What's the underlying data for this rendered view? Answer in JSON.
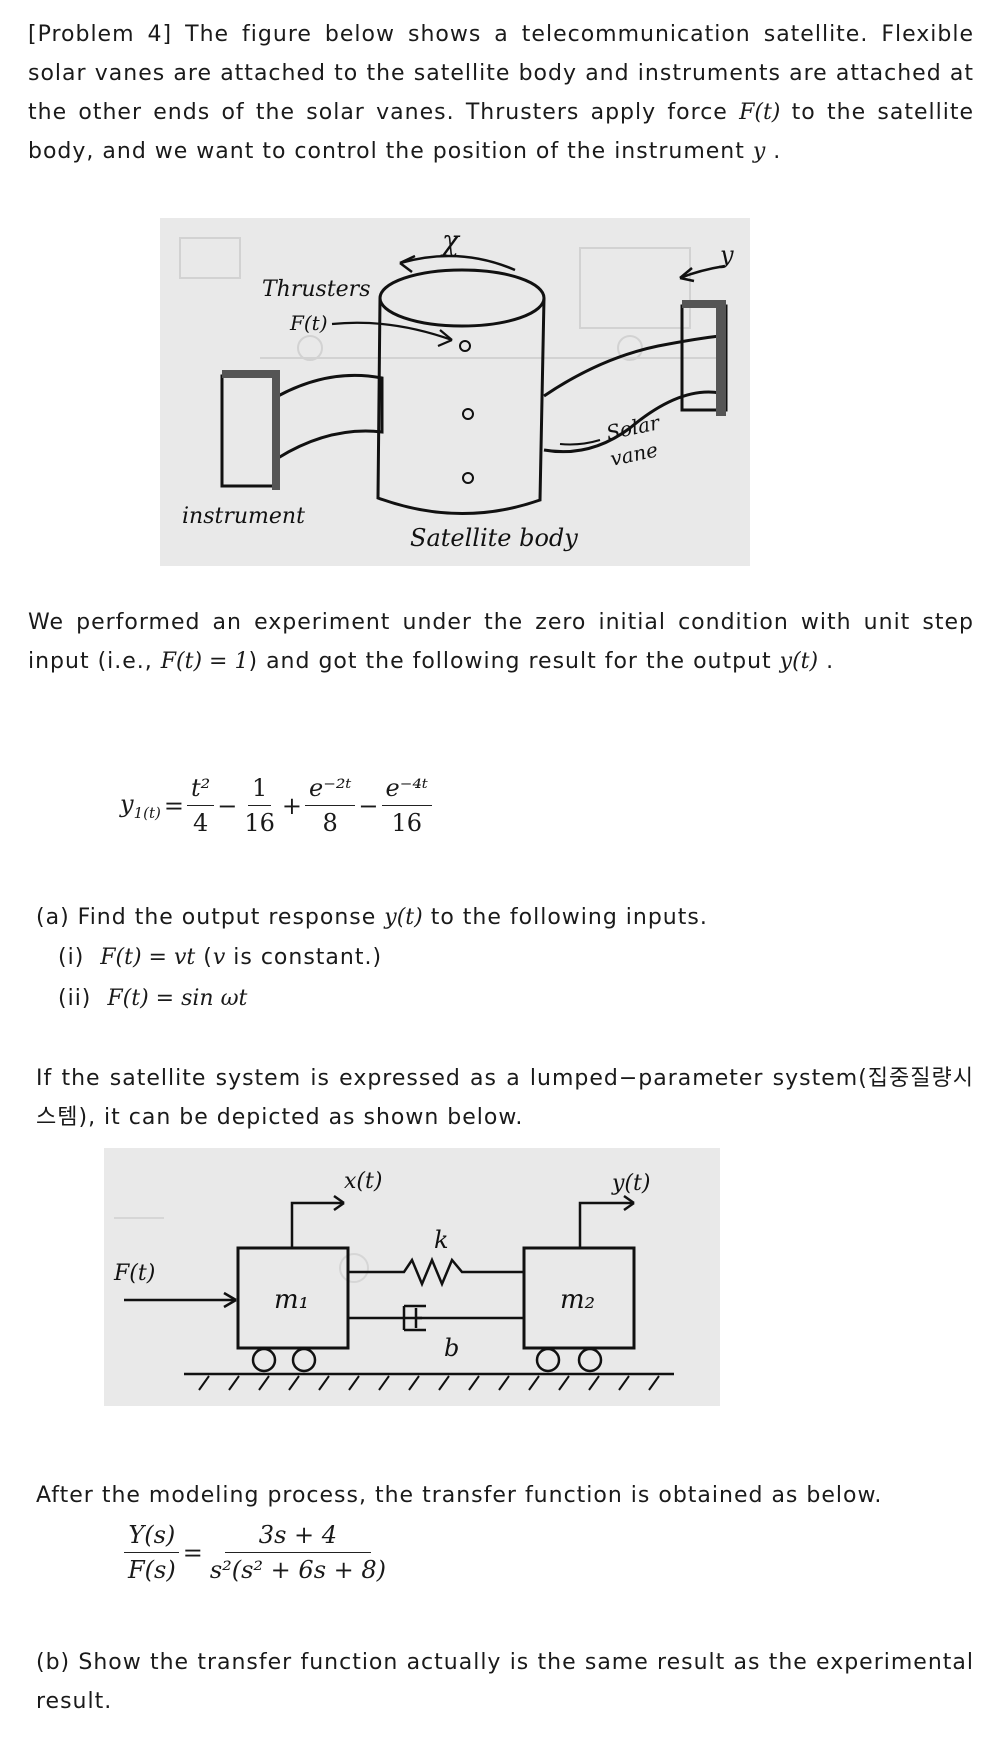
{
  "intro": {
    "label": "[Problem 4]",
    "text1": " The figure below shows a telecommunication satellite. Flexible solar vanes are attached to the satellite body and instruments are attached at the other ends of the solar vanes. Thrusters apply force ",
    "force": "F(t)",
    "text2": " to the satellite body, and we want to control the position of the instrument ",
    "yvar": "y",
    "text3": " ."
  },
  "figure1": {
    "x_label": "χ",
    "y_label": "y",
    "thrusters": "Thrusters",
    "force": "F(t)",
    "solar_vane": "Solar\nvane",
    "solar_line1": "Solar",
    "solar_line2": "vane",
    "instrument": "instrument",
    "satellite_body": "Satellite body"
  },
  "experiment": {
    "text1": "We performed an experiment under the zero initial condition with unit step input (i.e., ",
    "cond": "F(t) = 1",
    "text2": ") and got the following result for the output ",
    "output": "y(t)",
    "text3": " ."
  },
  "result_eq": {
    "lhs": "y",
    "lhs_sub": "1(t)",
    "t1_num": "t²",
    "t1_den": "4",
    "t2_num": "1",
    "t2_den": "16",
    "t3_num": "e⁻²ᵗ",
    "t3_den": "8",
    "t4_num": "e⁻⁴ᵗ",
    "t4_den": "16"
  },
  "part_a": {
    "text": "(a) Find the output response ",
    "var": "y(t)",
    "text2": " to the following inputs.",
    "i_label": "(i)",
    "i_eq": "F(t) = vt",
    "i_note_open": " (",
    "i_note_var": "v",
    "i_note": " is constant.)",
    "ii_label": "(ii)",
    "ii_eq": "F(t) = sin ωt"
  },
  "lumped": {
    "text": "If the satellite system is expressed as a lumped−parameter system(집중질량시스템), it can be depicted as shown below."
  },
  "figure2": {
    "x_label": "x(t)",
    "y_label": "y(t)",
    "force": "F(t)",
    "m1": "m₁",
    "m2": "m₂",
    "k": "k",
    "b": "b"
  },
  "transfer": {
    "text": "After the modeling process, the transfer function is obtained as below.",
    "lhs_num": "Y(s)",
    "lhs_den": "F(s)",
    "rhs_num": "3s + 4",
    "rhs_den": "s²(s² + 6s + 8)"
  },
  "part_b": {
    "text": "(b) Show the transfer function actually is the same result as the experimental result."
  }
}
